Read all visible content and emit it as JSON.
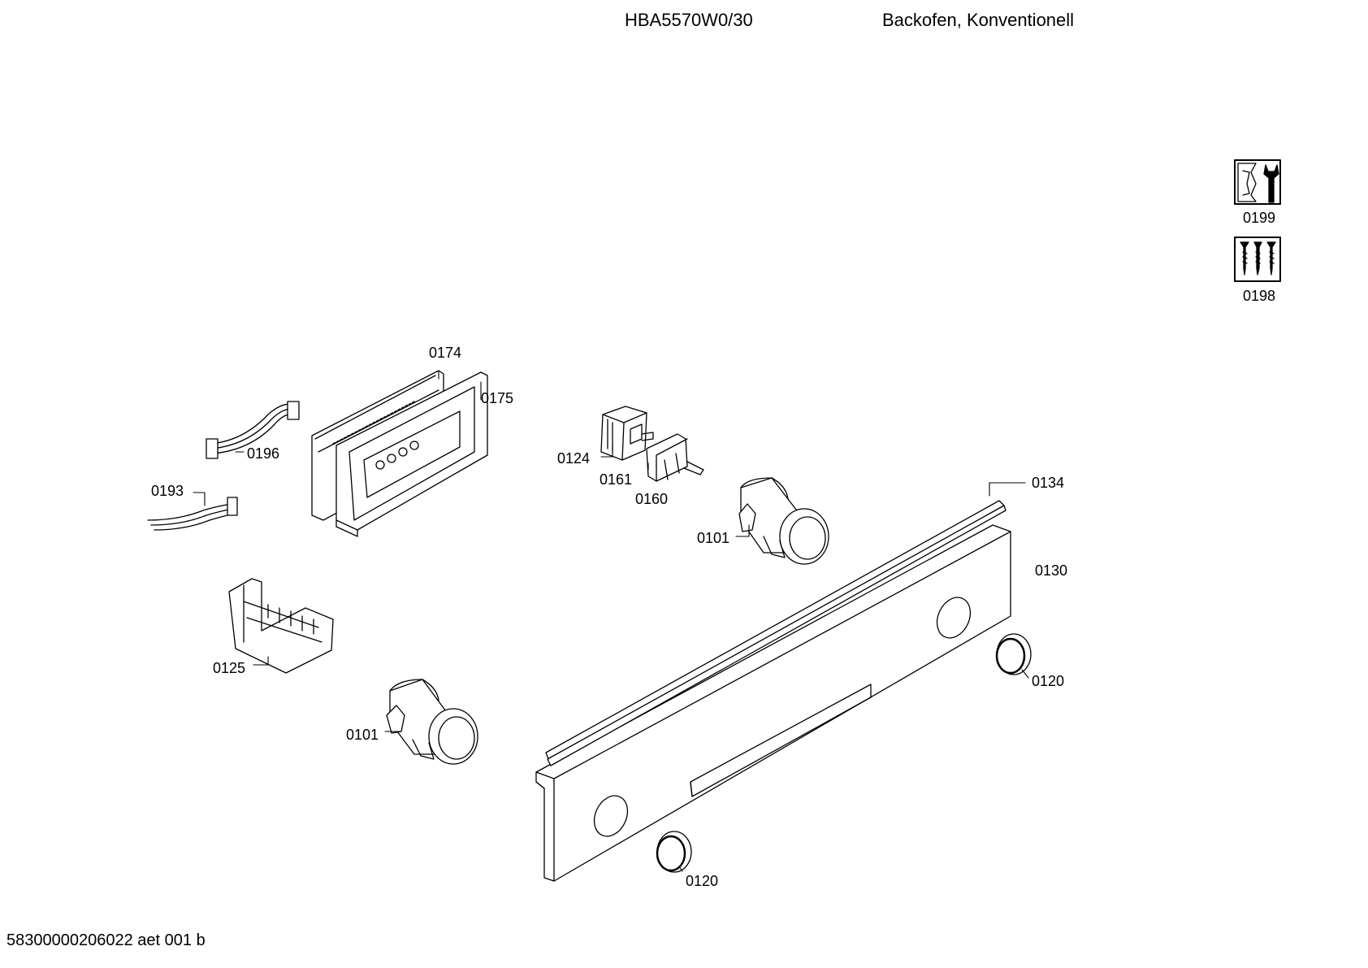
{
  "header": {
    "model": "HBA5570W0/30",
    "description": "Backofen, Konventionell"
  },
  "footer": {
    "document_code": "58300000206022 aet 001 b"
  },
  "icons": [
    {
      "name": "service-tool-icon",
      "label": "0199"
    },
    {
      "name": "screws-icon",
      "label": "0198"
    }
  ],
  "parts": [
    {
      "name": "part-0174",
      "label": "0174"
    },
    {
      "name": "part-0175",
      "label": "0175"
    },
    {
      "name": "part-0196",
      "label": "0196"
    },
    {
      "name": "part-0193",
      "label": "0193"
    },
    {
      "name": "part-0124",
      "label": "0124"
    },
    {
      "name": "part-0161",
      "label": "0161"
    },
    {
      "name": "part-0160",
      "label": "0160"
    },
    {
      "name": "part-0101-upper",
      "label": "0101"
    },
    {
      "name": "part-0134",
      "label": "0134"
    },
    {
      "name": "part-0130",
      "label": "0130"
    },
    {
      "name": "part-0125",
      "label": "0125"
    },
    {
      "name": "part-0101-lower",
      "label": "0101"
    },
    {
      "name": "part-0120-right",
      "label": "0120"
    },
    {
      "name": "part-0120-left",
      "label": "0120"
    }
  ]
}
